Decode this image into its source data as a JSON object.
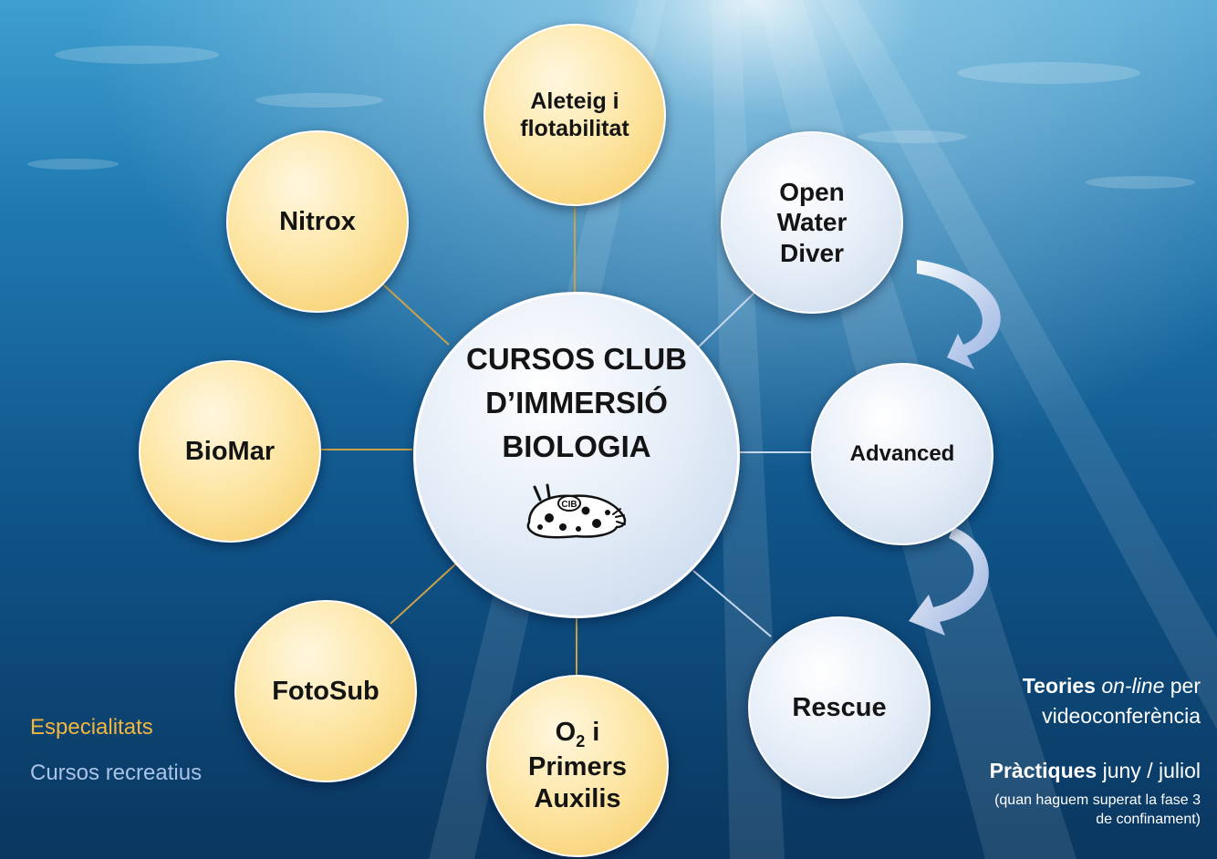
{
  "center": {
    "line1": "CURSOS CLUB",
    "line2": "D’IMMERSIÓ",
    "line3": "BIOLOGIA",
    "logo_text": "CIB"
  },
  "nodes": {
    "aleteig": {
      "line1": "Aleteig i",
      "line2": "flotabilitat"
    },
    "nitrox": {
      "label": "Nitrox"
    },
    "biomar": {
      "label": "BioMar"
    },
    "fotosub": {
      "label": "FotoSub"
    },
    "o2": {
      "line1_main": "O",
      "line1_sub": "2",
      "line1_rest": " i",
      "line2": "Primers",
      "line3": "Auxilis"
    },
    "open_water": {
      "line1": "Open",
      "line2": "Water",
      "line3": "Diver"
    },
    "advanced": {
      "label": "Advanced"
    },
    "rescue": {
      "label": "Rescue"
    }
  },
  "legend": {
    "especialitats": "Especialitats",
    "recreatius": "Cursos recreatius"
  },
  "notes": {
    "teories_bold": "Teories",
    "teories_italic": "on-line",
    "teories_rest": " per",
    "teories_line2": "videoconferència",
    "practiques_bold": "Pràctiques",
    "practiques_rest": " juny / juliol",
    "small_line1": "(quan haguem superat la fase 3",
    "small_line2": "de confinament)"
  },
  "colors": {
    "especialitats": "#f2b63c",
    "recreatius": "#a9c4e6",
    "connector_spec": "#c9a24a",
    "connector_rec": "#c8d8ee"
  }
}
